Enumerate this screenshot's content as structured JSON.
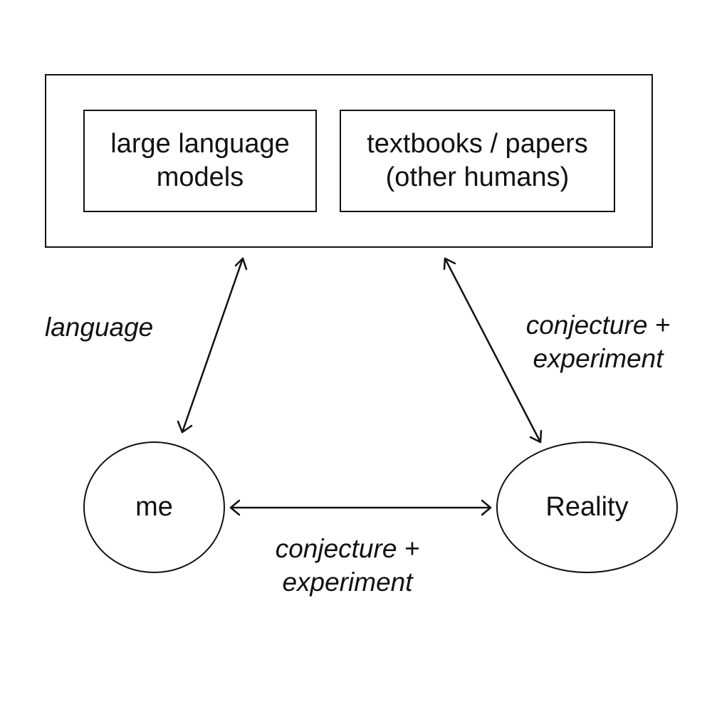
{
  "diagram": {
    "container": {
      "boxes": [
        {
          "id": "llm",
          "lines": [
            "large language",
            "models"
          ]
        },
        {
          "id": "texts",
          "lines": [
            "textbooks / papers",
            "(other humans)"
          ]
        }
      ]
    },
    "nodes": {
      "me": "me",
      "reality": "Reality"
    },
    "edges": {
      "container_me": {
        "label": [
          "language"
        ]
      },
      "container_reality": {
        "label": [
          "conjecture +",
          "experiment"
        ]
      },
      "me_reality": {
        "label": [
          "conjecture +",
          "experiment"
        ]
      }
    },
    "colors": {
      "stroke": "#111111",
      "background": "#ffffff"
    }
  }
}
